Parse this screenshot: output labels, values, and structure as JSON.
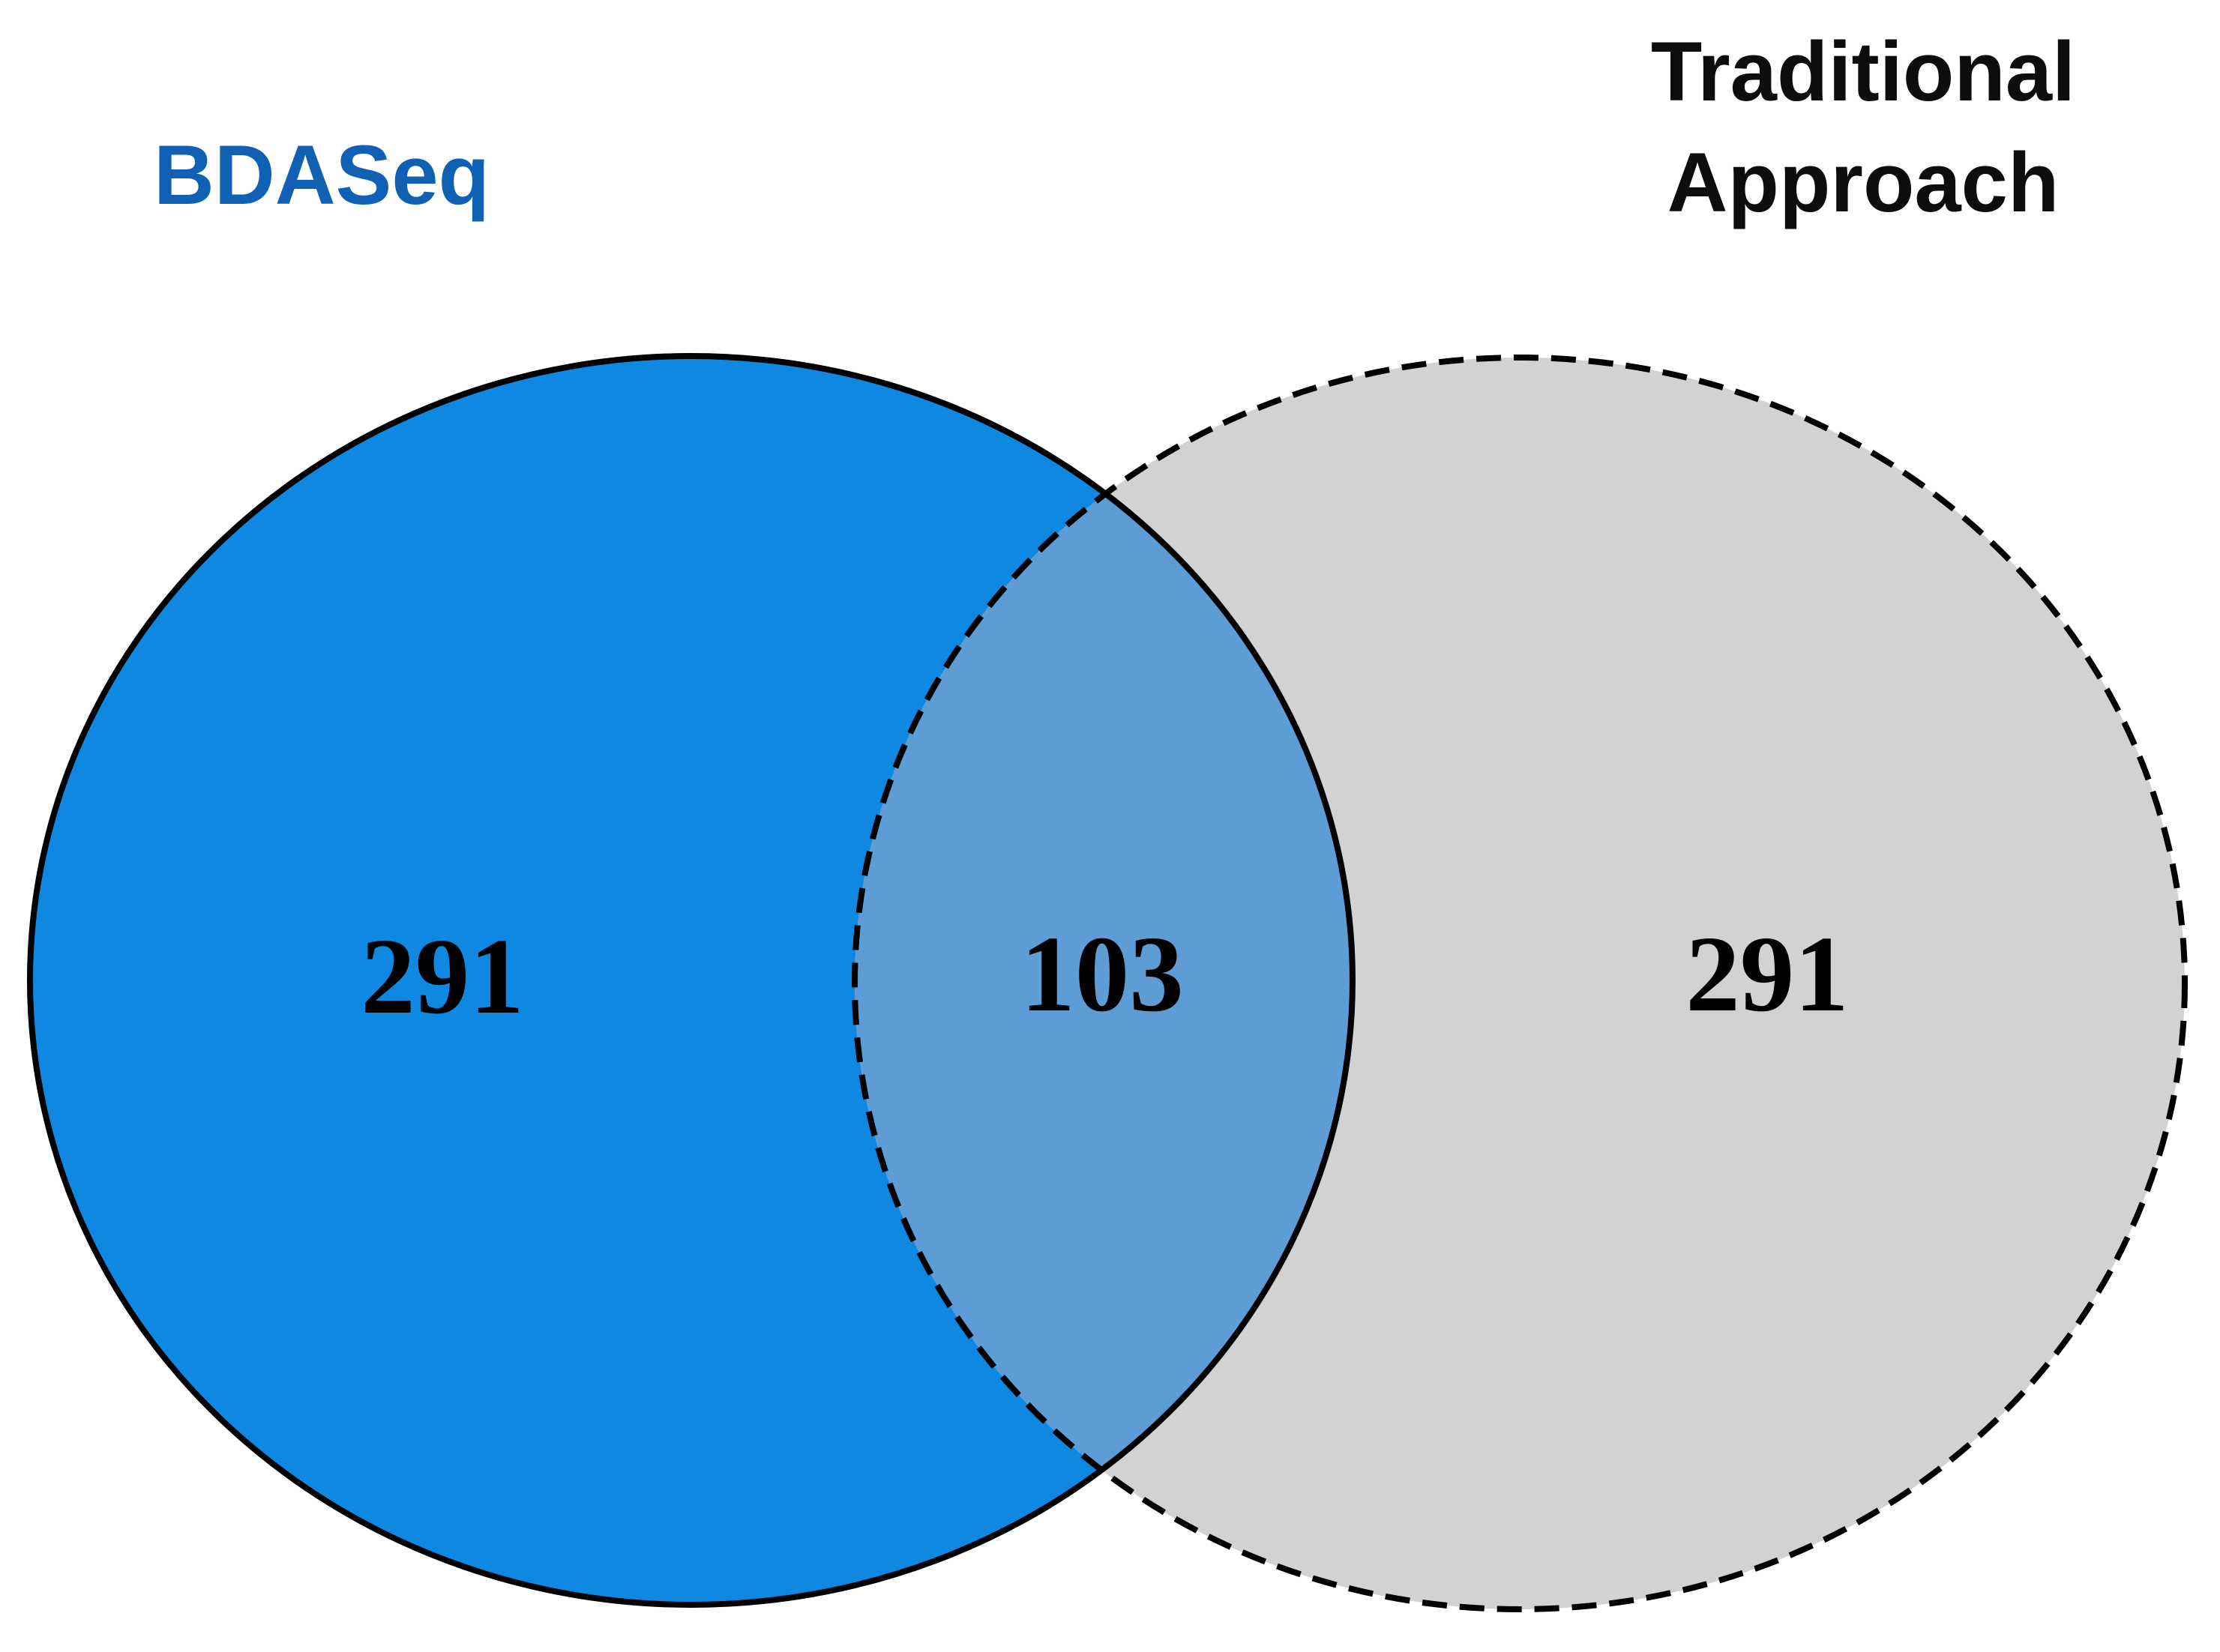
{
  "figure": {
    "type": "venn-diagram",
    "left_set": {
      "label": "BDASeq",
      "label_color": "#1060b4",
      "fill": "#0e88e1",
      "border_style": "solid",
      "exclusive_count": "291"
    },
    "right_set": {
      "label_line1": "Traditional",
      "label_line2": "Approach",
      "label_color": "#0d0d0d",
      "fill": "#d2d2d2",
      "border_style": "dashed",
      "exclusive_count": "291"
    },
    "overlap": {
      "fill": "#5e9cd6",
      "count": "103"
    },
    "border_color": "#000000"
  }
}
